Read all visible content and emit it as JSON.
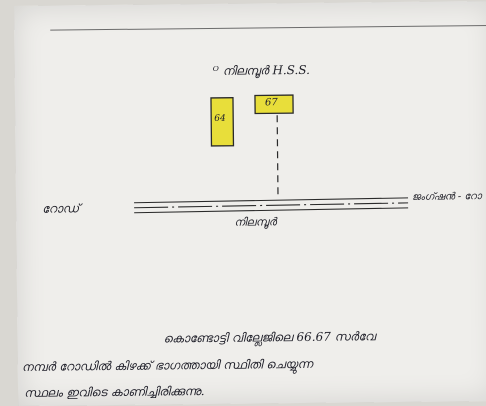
{
  "sketch": {
    "title": "ᴼ നിലമ്പൂർ H.S.S.",
    "plot_small": "64",
    "plot_large": "67",
    "road_left_label": "റോഡ്",
    "road_right_label": "ജംഗ്ഷൻ - റോ",
    "road_bottom_label": "നിലമ്പൂർ"
  },
  "notes": [
    "കൊണ്ടോട്ടി വില്ലേജിലെ 66.67 സർവേ",
    "നമ്പർ റോഡിൽ കിഴക്ക് ഭാഗത്തായി സ്ഥിതി ചെയ്യുന്ന",
    "സ്ഥലം ഇവിടെ കാണിച്ചിരിക്കുന്നു."
  ],
  "colors": {
    "paper": "#efeeeb",
    "ink": "#22222a",
    "highlight": "#e8de3a"
  }
}
